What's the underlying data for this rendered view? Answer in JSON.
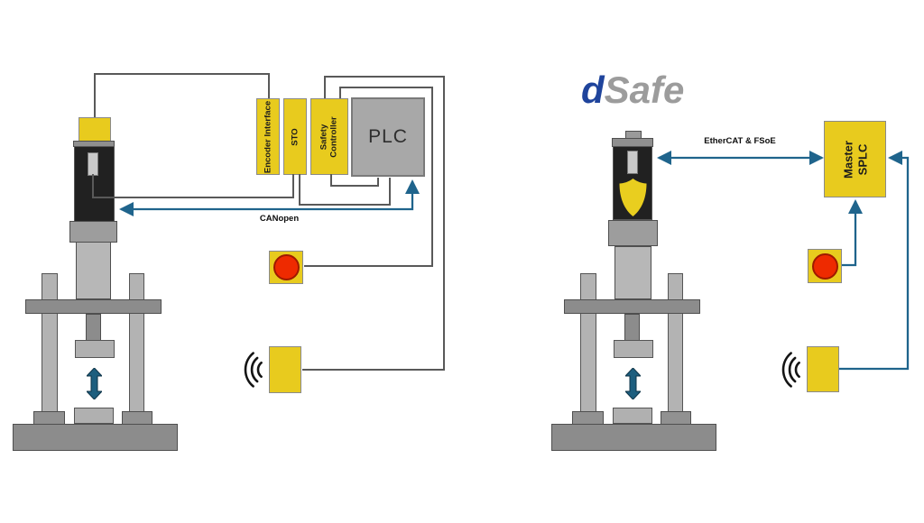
{
  "right_title": {
    "d": "d",
    "safe": "Safe"
  },
  "left_diagram": {
    "encoder_interface_label": "Encoder Interface",
    "sto_label": "STO",
    "safety_controller_label": "Safety Controller",
    "plc_label": "PLC",
    "bus_label": "CANopen"
  },
  "right_diagram": {
    "master_splc_label": "Master SPLC",
    "bus_label": "EtherCAT & FSoE"
  },
  "colors": {
    "component_yellow": "#e8cb1e",
    "bus_blue": "#1f648c",
    "wire_gray": "#595959",
    "title_blue": "#1f449c",
    "title_gray": "#9c9c9c",
    "estop_red": "#ee2a00",
    "plc_gray": "#a8a8a8"
  }
}
